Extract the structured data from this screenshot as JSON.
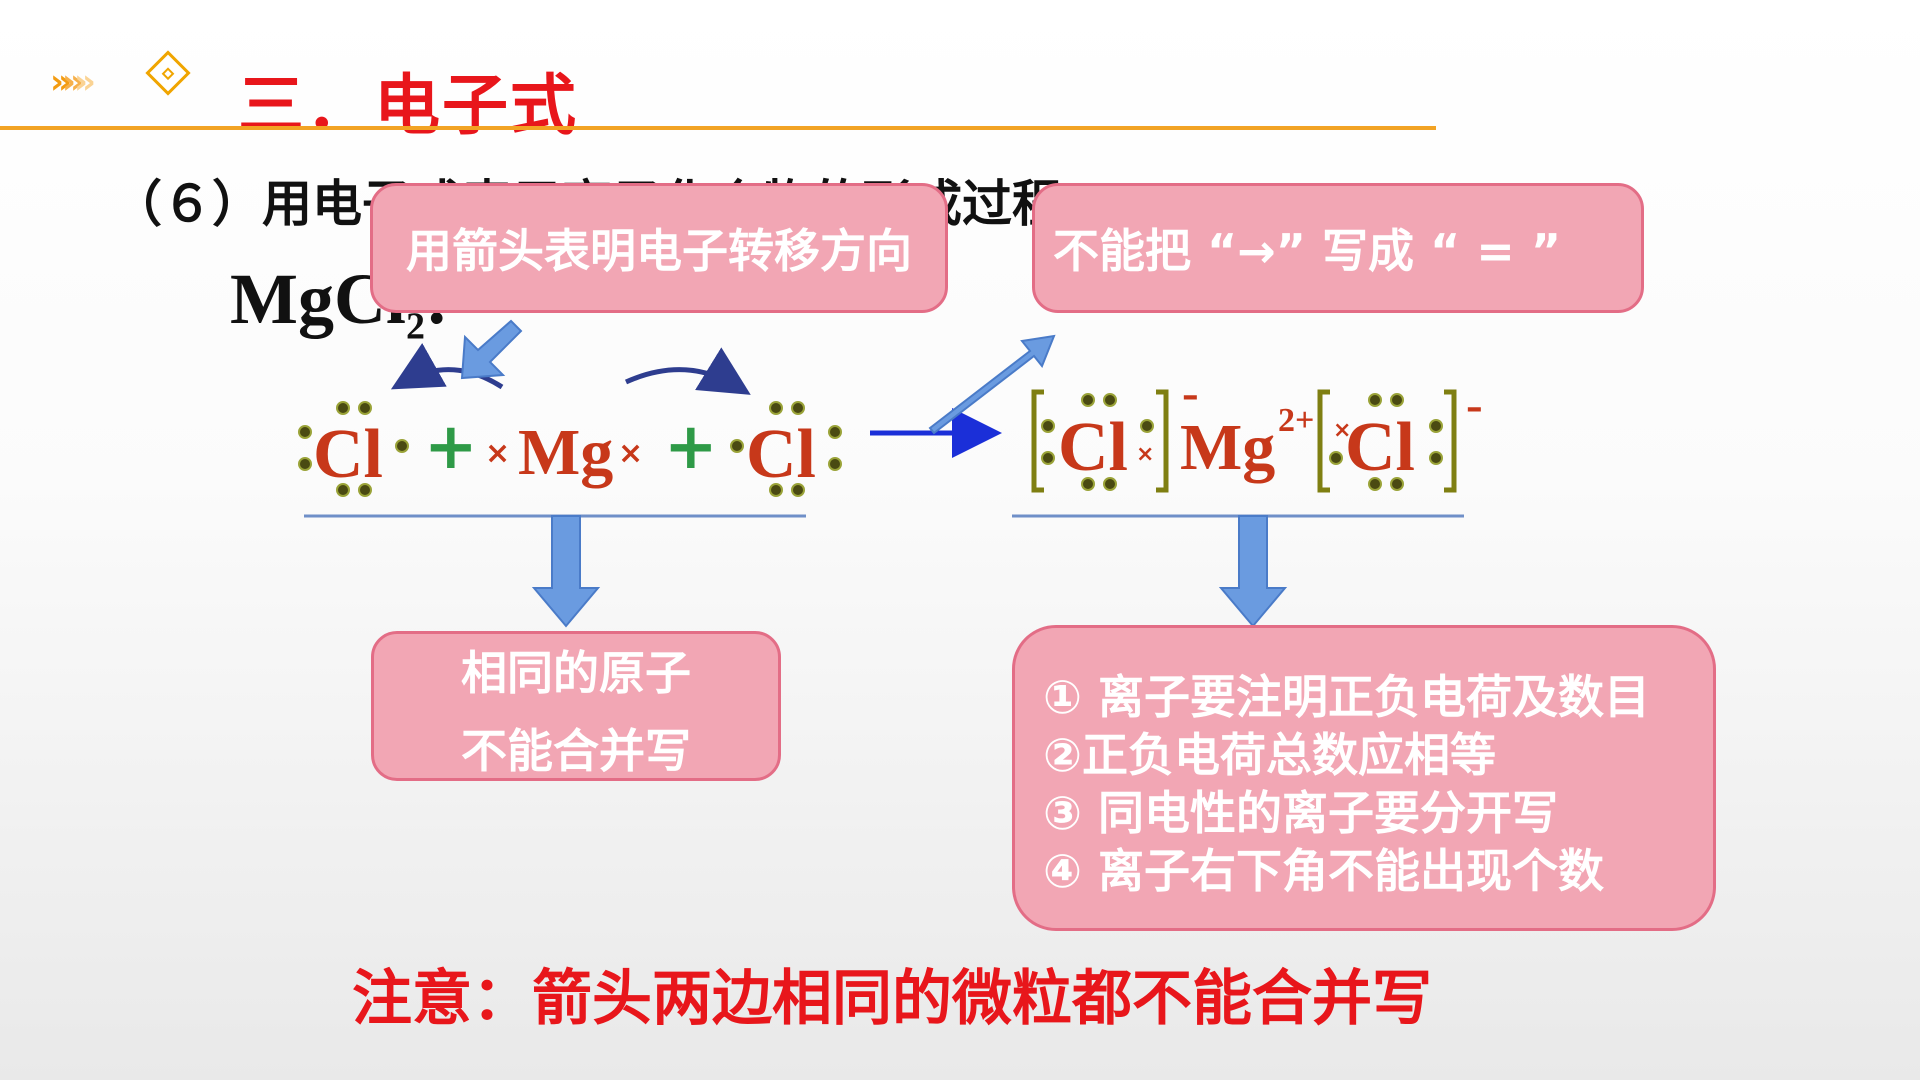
{
  "header": {
    "title": "三．电子式",
    "chevron_glyph": "»",
    "accent_color": "#f2a324",
    "title_color": "#e8161b"
  },
  "subtitle": "（６）用电子式表示离子化合物的形成过程",
  "formula": {
    "main": "MgCl",
    "subscript": "2",
    "suffix": ":"
  },
  "equation": {
    "chlorine": "Cl",
    "magnesium": "Mg",
    "plus": "+",
    "cross": "×",
    "mg_charge": "2+",
    "cl_charge": "-"
  },
  "callouts": {
    "arrow_direction": "用箭头表明电子转移方向",
    "arrow_not_equals": "不能把 “→” 写成 “ = ”",
    "same_atoms": [
      "相同的原子",
      "不能合并写"
    ],
    "ion_rules": [
      "① 离子要注明正负电荷及数目",
      "②正负电荷总数应相等",
      "③ 同电性的离子要分开写",
      "④ 离子右下角不能出现个数"
    ]
  },
  "note": "注意：箭头两边相同的微粒都不能合并写",
  "colors": {
    "callout_fill": "#f2a6b4",
    "callout_border": "#e36d86",
    "element_text": "#c7381a",
    "plus_sign": "#2e9a47",
    "electron_dot": "#4a4a12",
    "bracket": "#7f7f12",
    "blue_arrow": "#6a9be0",
    "reaction_arrow": "#1b2fd8",
    "curved_arrow": "#2e3d8f"
  }
}
